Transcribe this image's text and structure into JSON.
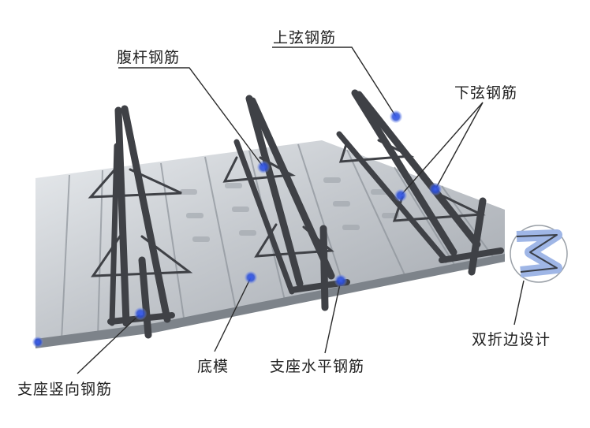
{
  "diagram": {
    "labels": {
      "web_rebar": "腹杆钢筋",
      "top_chord": "上弦钢筋",
      "bottom_chord": "下弦钢筋",
      "double_fold": "双折边设计",
      "bottom_form": "底模",
      "support_horizontal": "支座水平钢筋",
      "support_vertical": "支座竖向钢筋"
    },
    "colors": {
      "marker": "#2c4fd6",
      "leader_line": "#2a2a2a",
      "rebar": "#3f4146",
      "deck": "#c7cbd1",
      "inset_fill": "#9fb6e6"
    }
  }
}
